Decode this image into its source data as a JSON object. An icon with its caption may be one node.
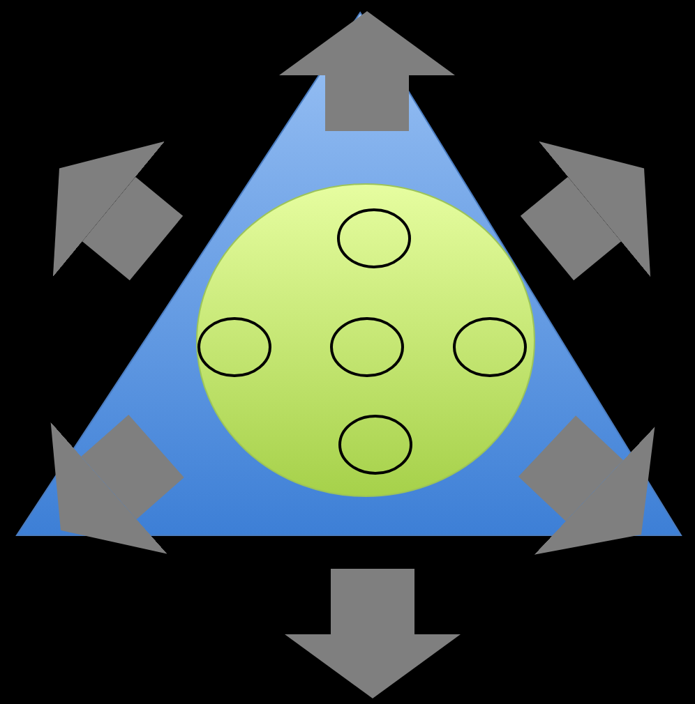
{
  "diagram": {
    "nodes": [
      {
        "text": [],
        "shape": "triangle"
      },
      {
        "text": [],
        "shape": "circle",
        "in": 0
      },
      {
        "text": [],
        "shape": "ellipse",
        "in": 1
      },
      {
        "text": [],
        "shape": "ellipse",
        "in": 1
      },
      {
        "text": [],
        "shape": "ellipse",
        "in": 1
      },
      {
        "text": [],
        "shape": "ellipse",
        "in": 1
      },
      {
        "text": [],
        "shape": "ellipse",
        "in": 1
      }
    ]
  }
}
